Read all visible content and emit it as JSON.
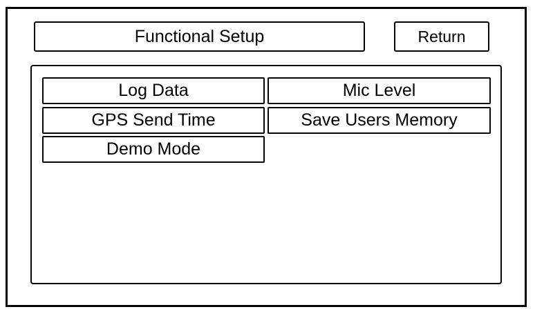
{
  "header": {
    "title": "Functional Setup",
    "return_label": "Return"
  },
  "menu": {
    "items": [
      {
        "label": "Log Data"
      },
      {
        "label": "Mic Level"
      },
      {
        "label": "GPS Send Time"
      },
      {
        "label": "Save Users Memory"
      },
      {
        "label": "Demo Mode"
      }
    ]
  },
  "colors": {
    "foreground": "#000000",
    "background": "#ffffff"
  }
}
